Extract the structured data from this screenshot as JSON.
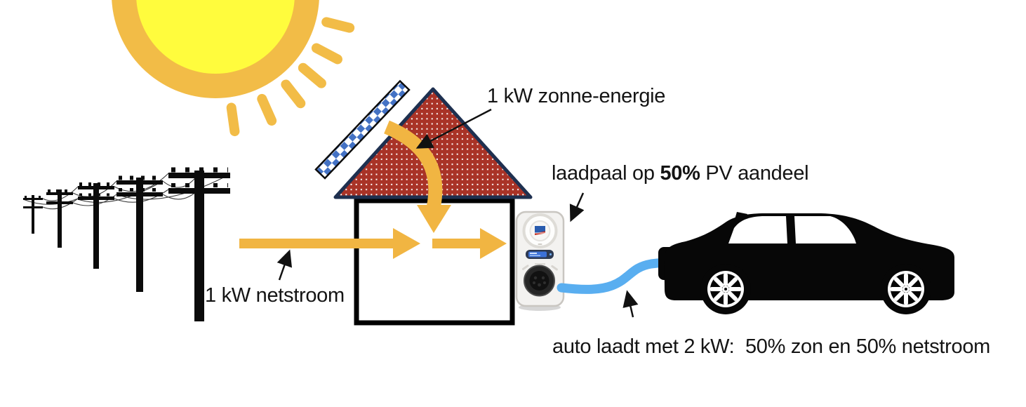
{
  "labels": {
    "solar_energy": "1 kW zonne-energie",
    "charger_prefix": "laadpaal op ",
    "charger_share": "50%",
    "charger_suffix": " PV aandeel",
    "grid_power": "1 kW netstroom",
    "car_charging": "auto laadt met 2 kW:  50% zon en 50% netstroom"
  },
  "icons": {
    "sun": "sun-icon",
    "power_lines": "power-lines-icon",
    "house": "house-icon",
    "solar_panel": "solar-panel-icon",
    "solar_flow_arrow": "curved-down-arrow-icon",
    "grid_flow_arrows": "right-arrow-icon",
    "charging_station": "charging-station-icon",
    "charging_cable": "charging-cable-icon",
    "car": "car-icon",
    "annotation_arrows": "pointer-arrow-icon"
  },
  "theme": {
    "sun_core": "#FFFC3D",
    "sun_ring": "#F2BC47",
    "flow_arrow": "#F1B542",
    "roof_fill": "#A93327",
    "roof_border": "#1E3050",
    "panel_blue": "#4472C4",
    "cable_blue": "#59AEF0",
    "car_black": "#070707",
    "annotation": "#111111",
    "station_body": "#F3F2F0",
    "station_border": "#C9C6C1",
    "display_screen": "#3C71D8",
    "pole_black": "#0B0B0B",
    "text_color": "#141414"
  }
}
